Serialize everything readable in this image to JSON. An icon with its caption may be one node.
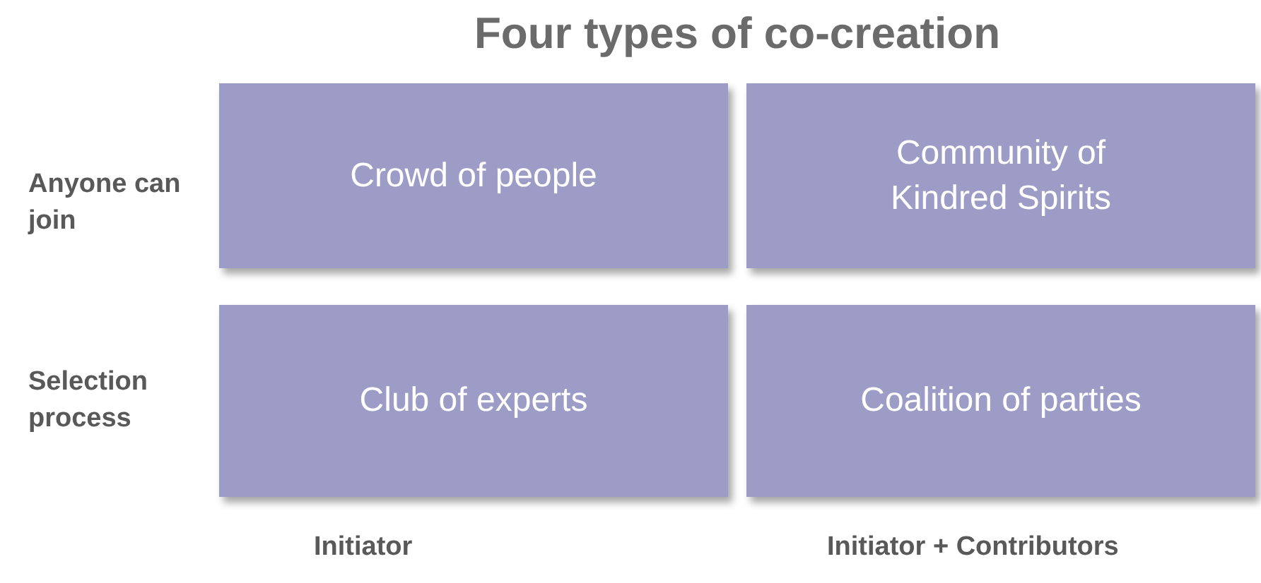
{
  "diagram": {
    "title": "Four types of co-creation",
    "nodes": [
      {
        "text": [
          "Crowd of people"
        ]
      },
      {
        "text": [
          "Community of Kindred Spirits"
        ]
      },
      {
        "text": [
          "Club of experts"
        ]
      },
      {
        "text": [
          "Coalition of parties"
        ]
      }
    ],
    "labels": [
      "Anyone can join",
      "Selection process",
      "Initiator",
      "Initiator + Contributors"
    ]
  }
}
